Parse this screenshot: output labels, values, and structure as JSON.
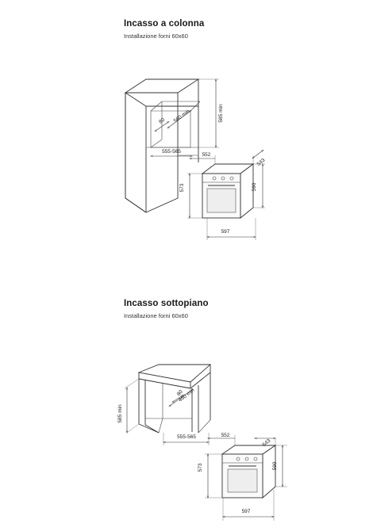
{
  "sections": [
    {
      "title": "Incasso a colonna",
      "subtitle": "Installazione forni 60x60",
      "dims": {
        "cabinet_height": "585 min",
        "cabinet_depth": "560 min",
        "cabinet_gap": "80",
        "cabinet_width": "555-565",
        "oven_width_top": "552",
        "oven_depth": "543",
        "oven_height_left": "573",
        "oven_height_right": "590",
        "oven_width_bottom": "597"
      }
    },
    {
      "title": "Incasso sottopiano",
      "subtitle": "Installazione forni 60x60",
      "dims": {
        "cabinet_height": "585 min",
        "cabinet_depth": "460 min",
        "cabinet_gap": "80",
        "cabinet_width": "555-565",
        "oven_width_top": "552",
        "oven_depth": "543",
        "oven_height_left": "573",
        "oven_height_right": "590",
        "oven_width_bottom": "597"
      }
    }
  ]
}
